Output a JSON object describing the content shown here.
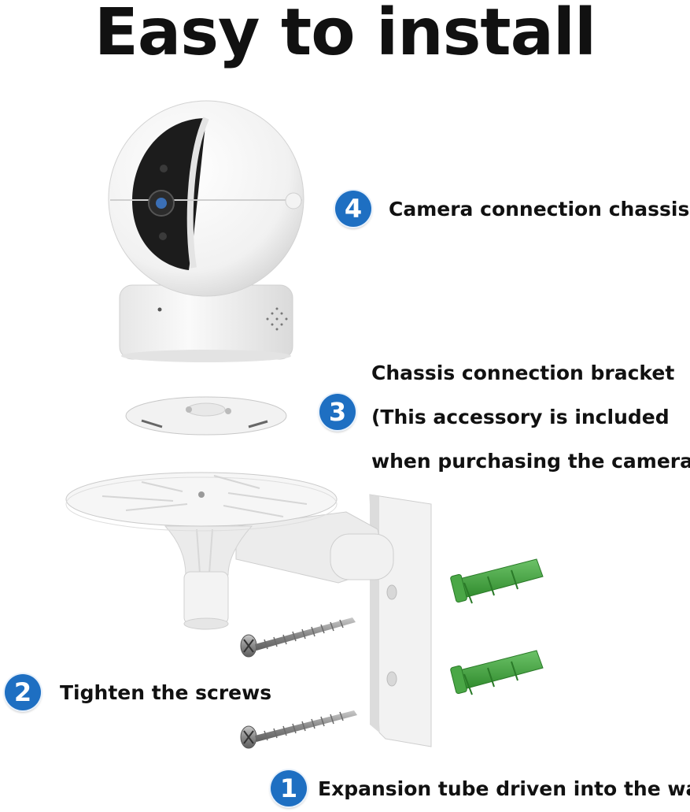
{
  "title": "Easy to install",
  "steps": [
    {
      "number": "4",
      "label": "Camera connection chassis"
    },
    {
      "number": "3",
      "lines": [
        "Chassis connection bracket",
        "(This accessory is included",
        "when purchasing the camera)"
      ]
    },
    {
      "number": "2",
      "label": "Tighten the screws"
    },
    {
      "number": "1",
      "label": "Expansion tube driven into the wall"
    }
  ],
  "colors": {
    "badge": "#1e6fc2",
    "anchor": "#3f9a3c",
    "bracket": "#f4f4f4"
  },
  "illustrations": [
    "camera",
    "chassis-plate",
    "wall-bracket",
    "screw",
    "screw",
    "expansion-tube",
    "expansion-tube"
  ]
}
